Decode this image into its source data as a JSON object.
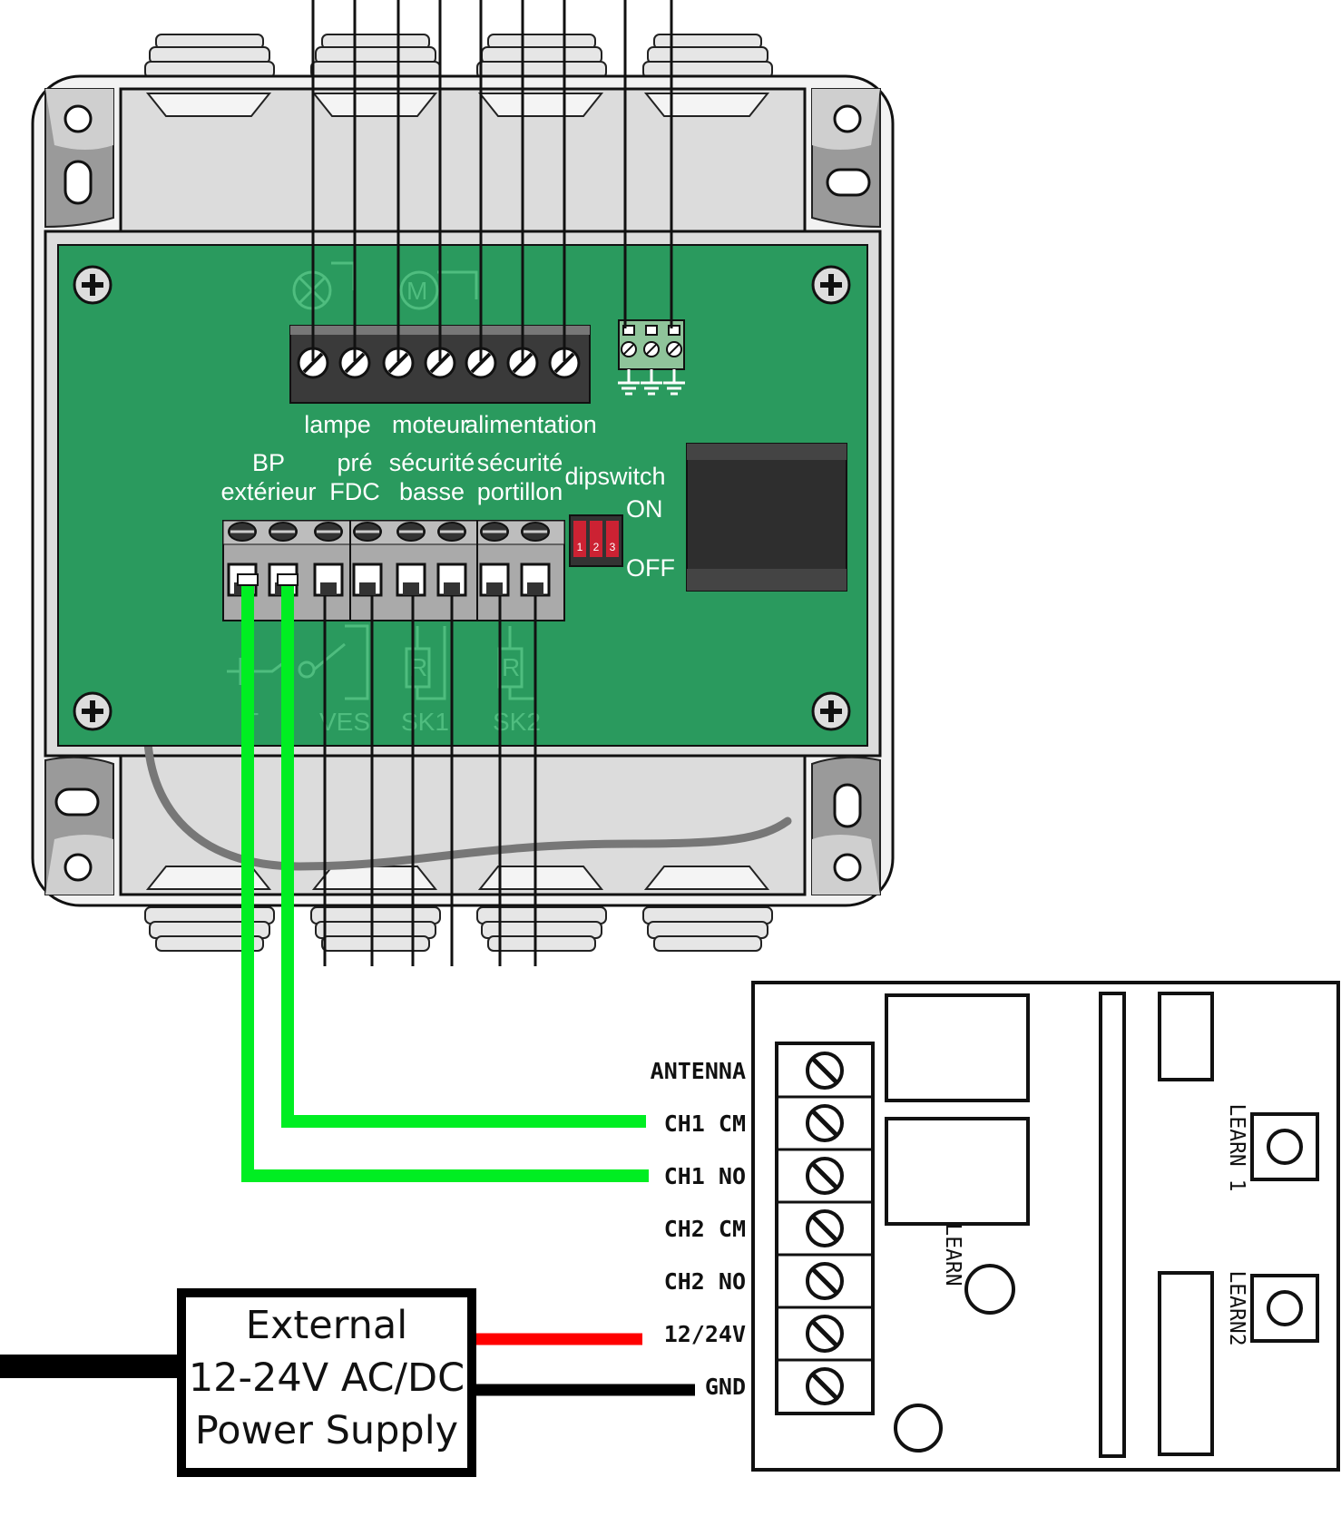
{
  "controller": {
    "top_terminal_labels": [
      "lampe",
      "moteur",
      "alimentation"
    ],
    "bottom_terminal_labels": [
      [
        "BP",
        "extérieur"
      ],
      [
        "pré",
        "FDC"
      ],
      [
        "sécurité",
        "basse"
      ],
      [
        "sécurité",
        "portillon"
      ]
    ],
    "dipswitch": {
      "label": "dipswitch",
      "on": "ON",
      "off": "OFF",
      "switches": [
        "1",
        "2",
        "3"
      ]
    },
    "board_silkscreen": [
      "VES",
      "SK1",
      "SK2"
    ],
    "board_color": "#2a9a5e"
  },
  "receiver": {
    "terminals": [
      "ANTENNA",
      "CH1 CM",
      "CH1 NO",
      "CH2 CM",
      "CH2 NO",
      "12/24V",
      "GND"
    ],
    "buttons": [
      "LEARN",
      "LEARN 1",
      "LEARN2"
    ]
  },
  "power_supply": {
    "lines": [
      "External",
      "12-24V AC/DC",
      "Power Supply"
    ]
  },
  "wire_colors": {
    "signal": "#00ee22",
    "positive": "#ff0000",
    "ground": "#000000"
  }
}
